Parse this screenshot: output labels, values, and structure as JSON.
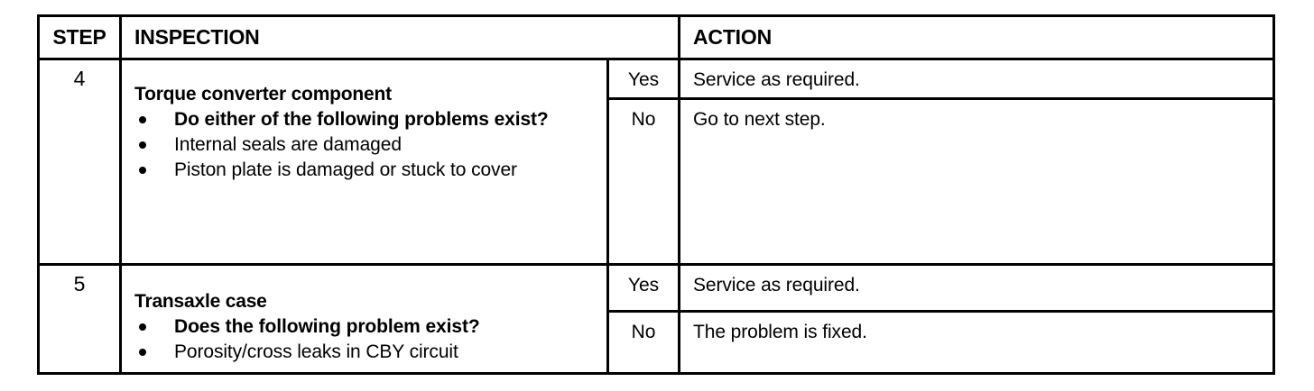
{
  "table": {
    "headers": {
      "step": "STEP",
      "inspection": "INSPECTION",
      "result": "",
      "action": "ACTION"
    },
    "rows": [
      {
        "step": "4",
        "inspection_title": "Torque converter component",
        "bullets": [
          {
            "text": "Do either of the following problems exist?",
            "bold": true
          },
          {
            "text": "Internal seals are damaged",
            "bold": false
          },
          {
            "text": "Piston plate is damaged or stuck to cover",
            "bold": false
          }
        ],
        "outcomes": [
          {
            "result": "Yes",
            "action": "Service as required."
          },
          {
            "result": "No",
            "action": "Go to next step."
          }
        ]
      },
      {
        "step": "5",
        "inspection_title": "Transaxle case",
        "bullets": [
          {
            "text": "Does the following problem exist?",
            "bold": true
          },
          {
            "text": "Porosity/cross leaks in CBY circuit",
            "bold": false
          }
        ],
        "outcomes": [
          {
            "result": "Yes",
            "action": "Service as required."
          },
          {
            "result": "No",
            "action": "The problem is fixed."
          }
        ]
      }
    ]
  },
  "colors": {
    "border": "#000000",
    "background": "#ffffff",
    "text": "#000000"
  }
}
